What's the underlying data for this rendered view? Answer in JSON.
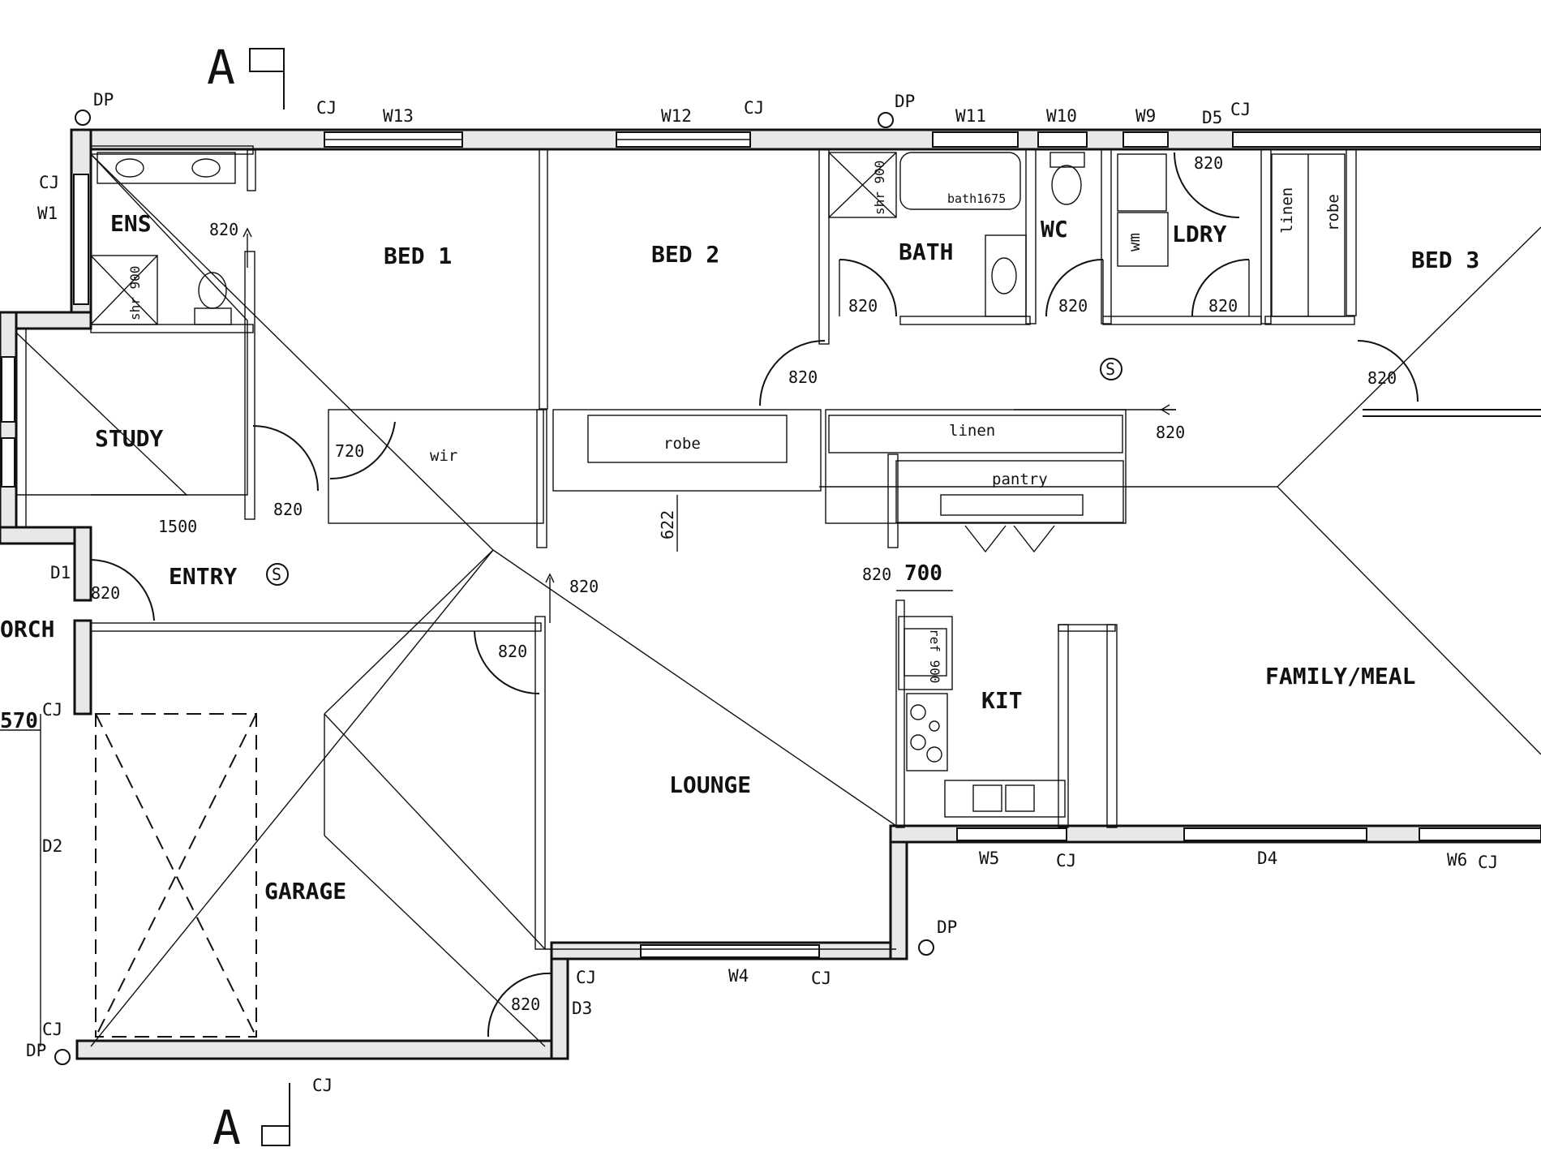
{
  "section_marker": "A",
  "rooms": {
    "ens": "ENS",
    "bed1": "BED 1",
    "bed2": "BED 2",
    "bath": "BATH",
    "wc": "WC",
    "ldry": "LDRY",
    "bed3": "BED 3",
    "study": "STUDY",
    "entry": "ENTRY",
    "porch": "ORCH",
    "garage": "GARAGE",
    "lounge": "LOUNGE",
    "kit": "KIT",
    "family_meal": "FAMILY/MEAL"
  },
  "fixtures": {
    "wir": "wir",
    "robe_bed2": "robe",
    "linen_hall": "linen",
    "pantry": "pantry",
    "linen_cupboard": "linen",
    "robe_bed3": "robe",
    "bath_size": "bath1675",
    "wm": "wm",
    "shr_900_a": "shr 900",
    "shr_900_b": "shr 900",
    "ref_900": "ref 900"
  },
  "openings": {
    "w13": "W13",
    "w12": "W12",
    "w11": "W11",
    "w10": "W10",
    "w9": "W9",
    "d5": "D5",
    "w1": "W1",
    "d1": "D1",
    "d2": "D2",
    "d3": "D3",
    "w4": "W4",
    "w5": "W5",
    "d4": "D4",
    "w6": "W6"
  },
  "markers": {
    "cj": "CJ",
    "dp": "DP",
    "smoke": "S"
  },
  "dimensions": {
    "d820": "820",
    "d720": "720",
    "d1500": "1500",
    "d622": "622",
    "d700": "700",
    "d570": "570"
  }
}
